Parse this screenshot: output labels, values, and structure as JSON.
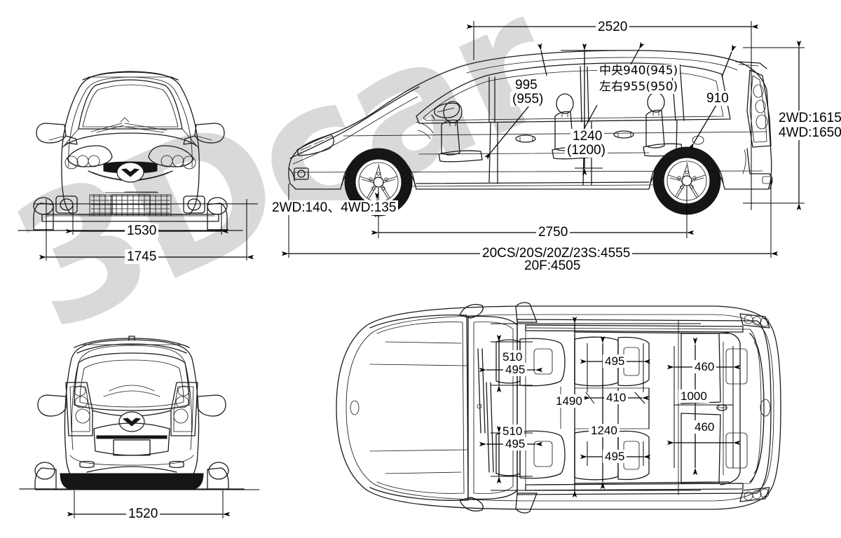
{
  "document": {
    "title": "Mazda Premacy / Mazda5 dimension blueprint",
    "watermark": "3Dcar",
    "units": "mm"
  },
  "colors": {
    "line": "#1a1a1a",
    "tire": "#151515",
    "watermark": "#d9d9d9",
    "background": "#ffffff"
  },
  "views": {
    "front": {
      "name": "front-elevation"
    },
    "side": {
      "name": "side-elevation"
    },
    "rear": {
      "name": "rear-elevation"
    },
    "top": {
      "name": "top-plan"
    }
  },
  "dimensions": {
    "front_track": "1530",
    "overall_width": "1745",
    "rear_track": "1520",
    "wheelbase": "2750",
    "interior_length": "2520",
    "overall_length_main": "20CS/20S/20Z/23S:4555",
    "overall_length_alt": "20F:4505",
    "overall_height_2wd": "2WD:1615",
    "overall_height_4wd": "4WD:1650",
    "ground_clearance": "2WD:140、4WD:135",
    "front_headroom": "995",
    "front_headroom_alt": "(955)",
    "rear_headroom_center": "中央940(945)",
    "rear_headroom_sides": "左右955(950)",
    "third_row_headroom": "910",
    "front_seat_height": "1240",
    "front_seat_height_alt": "(1200)",
    "interior_width": "1490",
    "front_seat_cushion": "510",
    "front_seat_width": "495",
    "front_seat_cushion_2": "510",
    "front_seat_width_2": "495",
    "second_row_width_top": "495",
    "second_row_gap": "410",
    "second_row_couple": "1240",
    "second_row_width_bottom": "495",
    "third_row_width_top": "460",
    "third_row_total": "1000",
    "third_row_width_bottom": "460"
  }
}
